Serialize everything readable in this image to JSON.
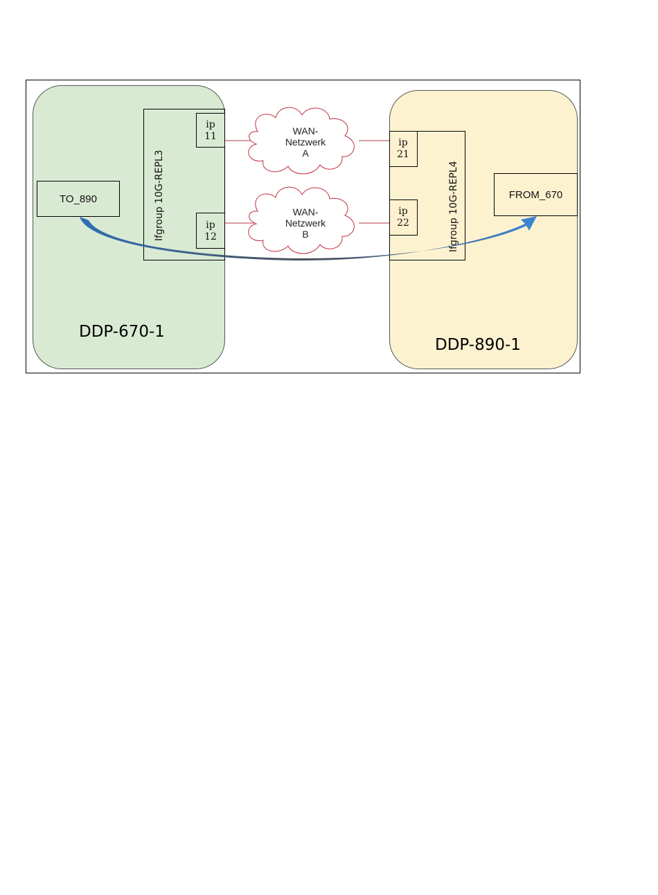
{
  "systems": {
    "left": {
      "name": "DDP-670-1",
      "fill": "#d9ead3"
    },
    "right": {
      "name": "DDP-890-1",
      "fill": "#fdf2d0"
    }
  },
  "ifgroups": {
    "left": "Ifgroup 10G-REPL3",
    "right": "Ifgroup 10G-REPL4"
  },
  "interfaces": {
    "left_top": {
      "line1": "ip",
      "line2": "11"
    },
    "left_bottom": {
      "line1": "ip",
      "line2": "12"
    },
    "right_top": {
      "line1": "ip",
      "line2": "21"
    },
    "right_bottom": {
      "line1": "ip",
      "line2": "22"
    }
  },
  "mtrees": {
    "source": "TO_890",
    "target": "FROM_670"
  },
  "networks": {
    "a": {
      "line1": "WAN-",
      "line2": "Netzwerk",
      "line3": "A"
    },
    "b": {
      "line1": "WAN-",
      "line2": "Netzwerk",
      "line3": "B"
    }
  },
  "colors": {
    "link_line": "#b03a48",
    "cloud_stroke": "#c0303d",
    "arrow_start": "#2f6fb5",
    "arrow_mid": "#4a4f57",
    "arrow_end": "#3a86d4"
  }
}
